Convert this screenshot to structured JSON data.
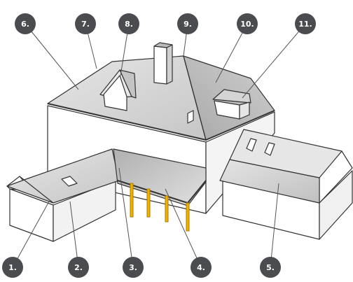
{
  "diagram": {
    "markers": [
      {
        "id": "6",
        "label": "6."
      },
      {
        "id": "7",
        "label": "7."
      },
      {
        "id": "8",
        "label": "8."
      },
      {
        "id": "9",
        "label": "9."
      },
      {
        "id": "10",
        "label": "10."
      },
      {
        "id": "11",
        "label": "11."
      },
      {
        "id": "1",
        "label": "1."
      },
      {
        "id": "2",
        "label": "2."
      },
      {
        "id": "3",
        "label": "3."
      },
      {
        "id": "4",
        "label": "4."
      },
      {
        "id": "5",
        "label": "5."
      }
    ],
    "colors": {
      "marker_fill": "#4a4c4f",
      "roof_light": "#dcdcdc",
      "roof_mid": "#c8c8c8",
      "roof_dark": "#b4b4b4",
      "wall": "#ffffff",
      "outline": "#333333",
      "post": "#e8a800",
      "leader": "#555555"
    }
  }
}
